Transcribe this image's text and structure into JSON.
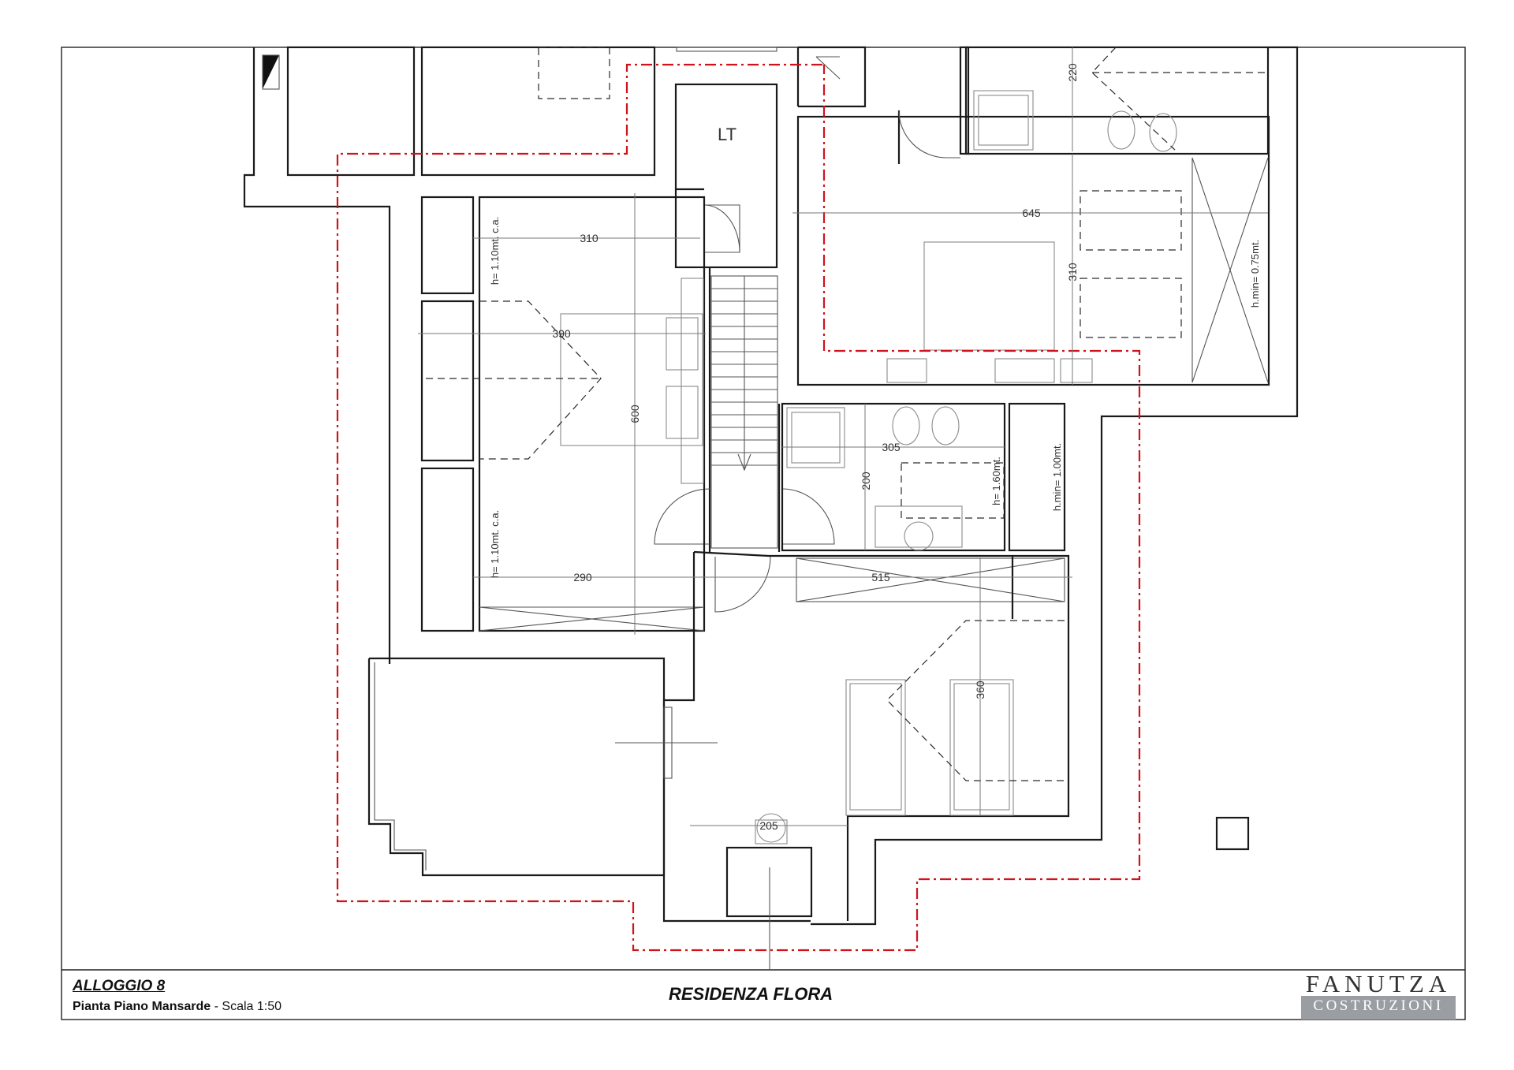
{
  "drawing": {
    "room_labels": {
      "lt": "LT"
    },
    "dimensions": {
      "d310_top": "310",
      "d390": "390",
      "d600": "600",
      "d290": "290",
      "d515": "515",
      "d645": "645",
      "d310_right": "310",
      "d220": "220",
      "d305": "305",
      "d200": "200",
      "d360": "360",
      "d205": "205"
    },
    "height_notes": {
      "h110_upper": "h= 1.10mt. c.a.",
      "h110_lower": "h= 1.10mt. c.a.",
      "h160": "h= 1.60mt.",
      "hmin100": "h.min= 1.00mt.",
      "hmin075": "h.min= 0.75mt."
    }
  },
  "title_block": {
    "project": "ALLOGGIO 8",
    "subtitle_bold": "Pianta Piano Mansarde",
    "subtitle_scale": " - Scala 1:50",
    "center_title": "RESIDENZA FLORA"
  },
  "logo": {
    "line1": "FANUTZA",
    "line2": "COSTRUZIONI"
  },
  "colors": {
    "boundary_red": "#d0121b",
    "wall": "#1a1a1a",
    "logo_band": "#9a9ea3"
  }
}
